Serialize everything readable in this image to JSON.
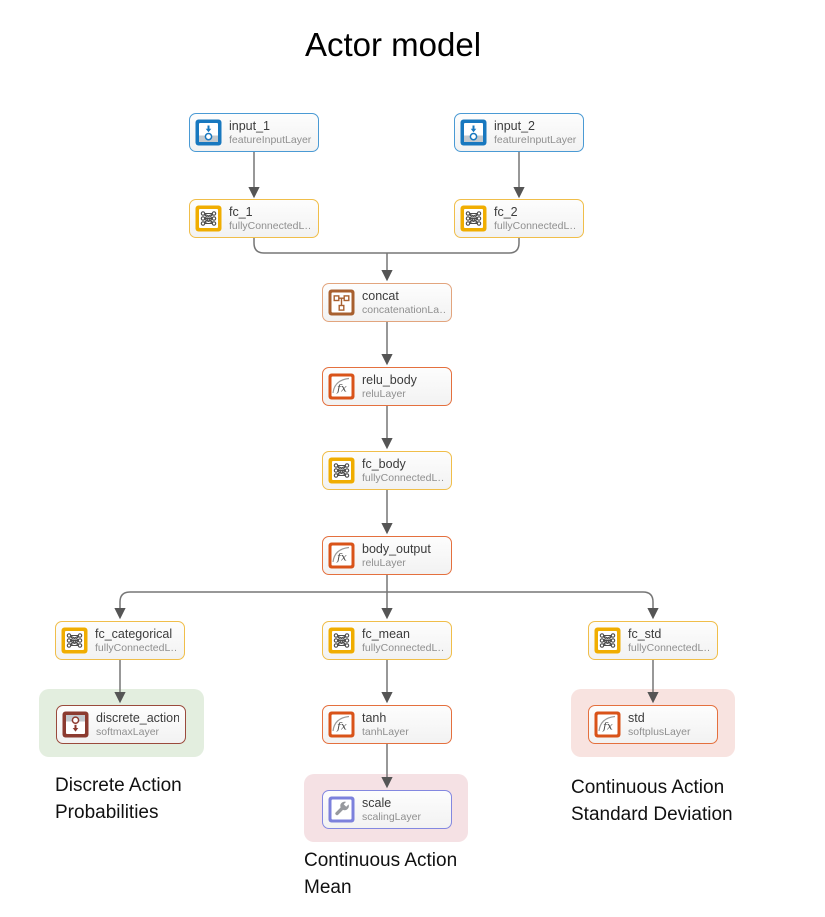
{
  "title": "Actor model",
  "nodes": [
    {
      "name": "input_1",
      "type": "featureInputLayer",
      "icon": "feature-input-icon"
    },
    {
      "name": "input_2",
      "type": "featureInputLayer",
      "icon": "feature-input-icon"
    },
    {
      "name": "fc_1",
      "type": "fullyConnectedL…",
      "icon": "fully-connected-icon"
    },
    {
      "name": "fc_2",
      "type": "fullyConnectedL…",
      "icon": "fully-connected-icon"
    },
    {
      "name": "concat",
      "type": "concatenationLa…",
      "icon": "concatenation-icon"
    },
    {
      "name": "relu_body",
      "type": "reluLayer",
      "icon": "fx-icon"
    },
    {
      "name": "fc_body",
      "type": "fullyConnectedL…",
      "icon": "fully-connected-icon"
    },
    {
      "name": "body_output",
      "type": "reluLayer",
      "icon": "fx-icon"
    },
    {
      "name": "fc_categorical",
      "type": "fullyConnectedL…",
      "icon": "fully-connected-icon"
    },
    {
      "name": "fc_mean",
      "type": "fullyConnectedL…",
      "icon": "fully-connected-icon"
    },
    {
      "name": "fc_std",
      "type": "fullyConnectedL…",
      "icon": "fully-connected-icon"
    },
    {
      "name": "discrete_action_p",
      "type": "softmaxLayer",
      "icon": "softmax-icon"
    },
    {
      "name": "tanh",
      "type": "tanhLayer",
      "icon": "fx-icon"
    },
    {
      "name": "std",
      "type": "softplusLayer",
      "icon": "fx-icon"
    },
    {
      "name": "scale",
      "type": "scalingLayer",
      "icon": "scaling-icon"
    }
  ],
  "captions": {
    "discrete": "Discrete Action\nProbabilities",
    "mean": "Continuous Action\nMean",
    "std": "Continuous Action\nStandard Deviation"
  },
  "colors": {
    "input_border": "#4A9AD4",
    "fully_connected_border": "#F0BE4A",
    "concat_border": "#E2A57E",
    "relu_border": "#E4703E",
    "softmax_border": "#9A4A3C",
    "scaling_border": "#8388E0",
    "icon_blue": "#1878BF",
    "icon_yellow": "#F0AD00",
    "icon_brown": "#A8602F",
    "icon_orange": "#D95319",
    "icon_maroon": "#8C3B30",
    "icon_periwinkle": "#7C81DC",
    "highlight_green": "#E3EEDF",
    "highlight_pink": "#F8E3E0",
    "edge_gray": "#767676"
  }
}
